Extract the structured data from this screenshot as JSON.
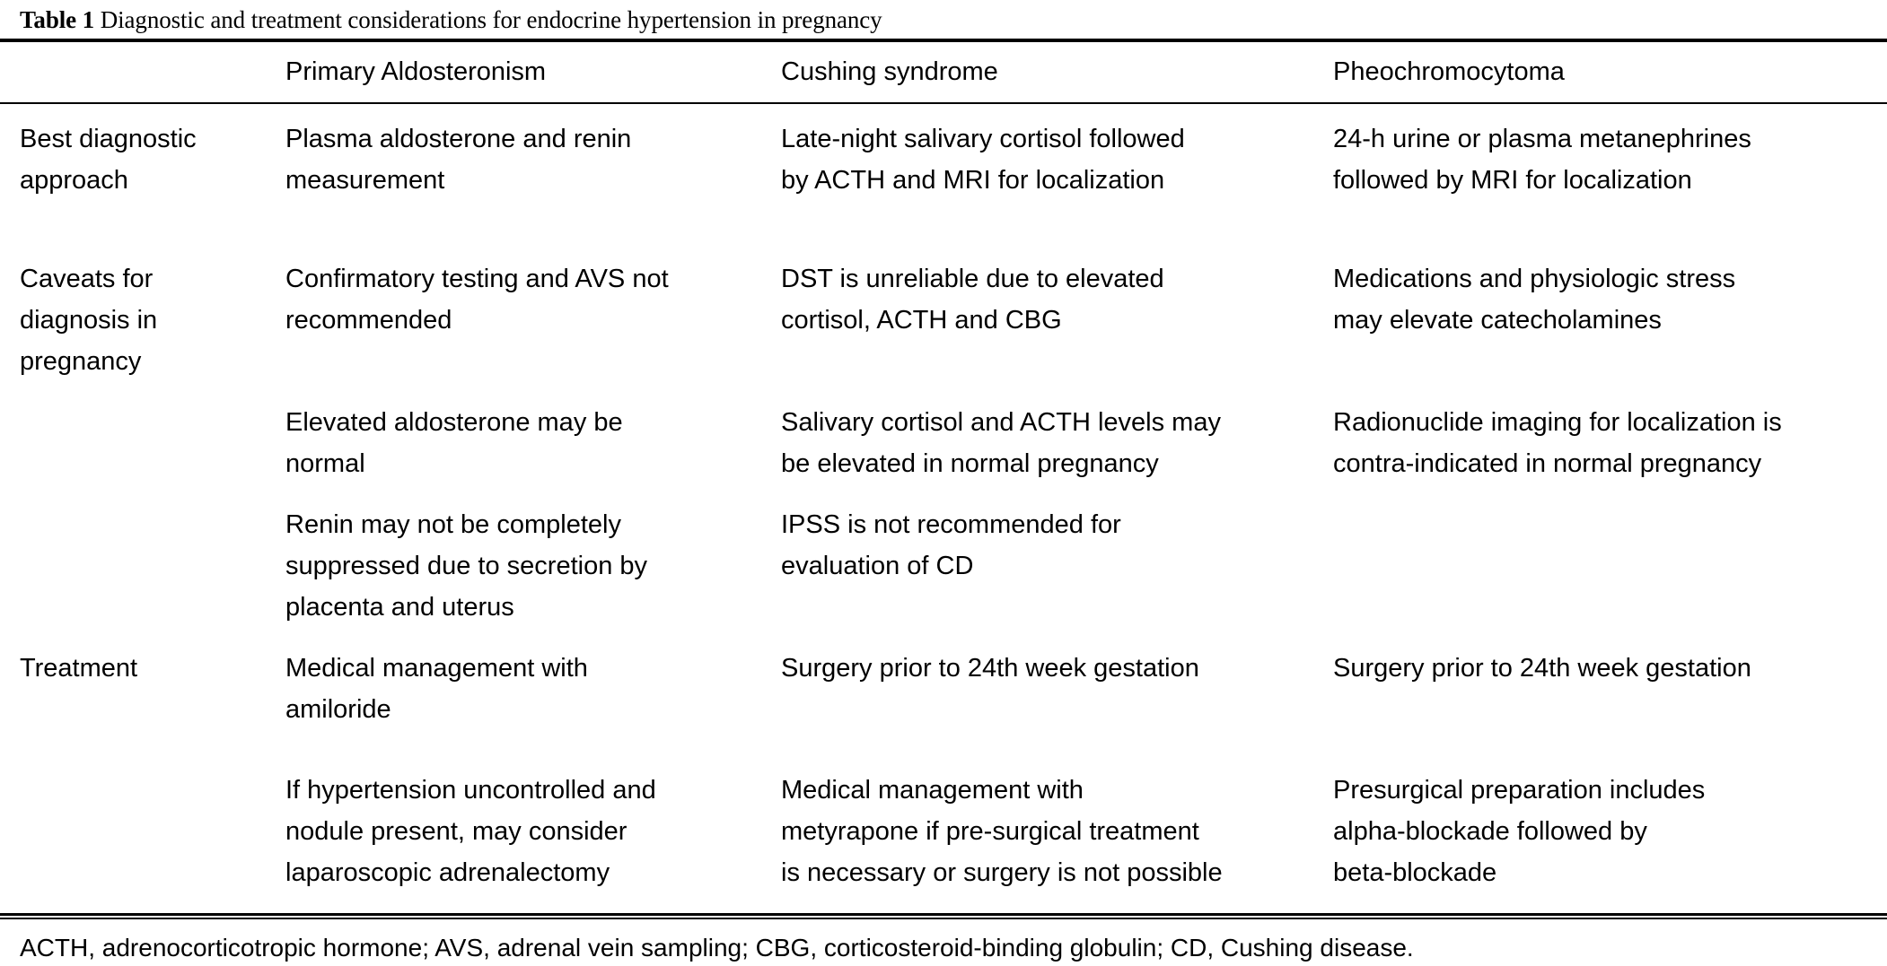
{
  "caption": {
    "label": "Table 1",
    "text": " Diagnostic and treatment considerations for endocrine hypertension in pregnancy"
  },
  "table": {
    "columns": [
      {
        "key": "row_label",
        "header": ""
      },
      {
        "key": "primary_aldosteronism",
        "header": "Primary Aldosteronism"
      },
      {
        "key": "cushing_syndrome",
        "header": "Cushing syndrome"
      },
      {
        "key": "pheochromocytoma",
        "header": "Pheochromocytoma"
      }
    ],
    "rows": [
      {
        "label": "Best diagnostic\napproach",
        "subrows": [
          {
            "primary_aldosteronism": "Plasma aldosterone and renin\nmeasurement",
            "cushing_syndrome": "Late-night salivary cortisol followed\nby ACTH and MRI for localization",
            "pheochromocytoma": "24-h urine or plasma metanephrines\nfollowed by MRI for localization"
          }
        ]
      },
      {
        "label": "Caveats for\ndiagnosis in\npregnancy",
        "subrows": [
          {
            "primary_aldosteronism": "Confirmatory testing and AVS not\nrecommended",
            "cushing_syndrome": "DST is unreliable due to elevated\ncortisol, ACTH and CBG",
            "pheochromocytoma": "Medications and physiologic stress\nmay elevate catecholamines"
          },
          {
            "primary_aldosteronism": "Elevated aldosterone may be\nnormal",
            "cushing_syndrome": "Salivary cortisol and ACTH levels may\nbe elevated in normal pregnancy",
            "pheochromocytoma": "Radionuclide imaging for localization is\ncontra-indicated in normal pregnancy"
          },
          {
            "primary_aldosteronism": "Renin may not be completely\nsuppressed due to secretion by\nplacenta and uterus",
            "cushing_syndrome": "IPSS is not recommended for\nevaluation of CD",
            "pheochromocytoma": ""
          }
        ]
      },
      {
        "label": "Treatment",
        "subrows": [
          {
            "primary_aldosteronism": "Medical management with\namiloride",
            "cushing_syndrome": "Surgery prior to 24th week gestation",
            "pheochromocytoma": "Surgery prior to 24th week gestation"
          },
          {
            "primary_aldosteronism": "If hypertension uncontrolled and\nnodule present, may consider\nlaparoscopic adrenalectomy",
            "cushing_syndrome": "Medical management with\nmetyrapone if pre-surgical treatment\nis necessary or surgery is not possible",
            "pheochromocytoma": "Presurgical preparation includes\nalpha-blockade followed by\nbeta-blockade"
          }
        ]
      }
    ]
  },
  "footnote": "ACTH, adrenocorticotropic hormone; AVS, adrenal vein sampling; CBG, corticosteroid-binding globulin; CD, Cushing disease."
}
